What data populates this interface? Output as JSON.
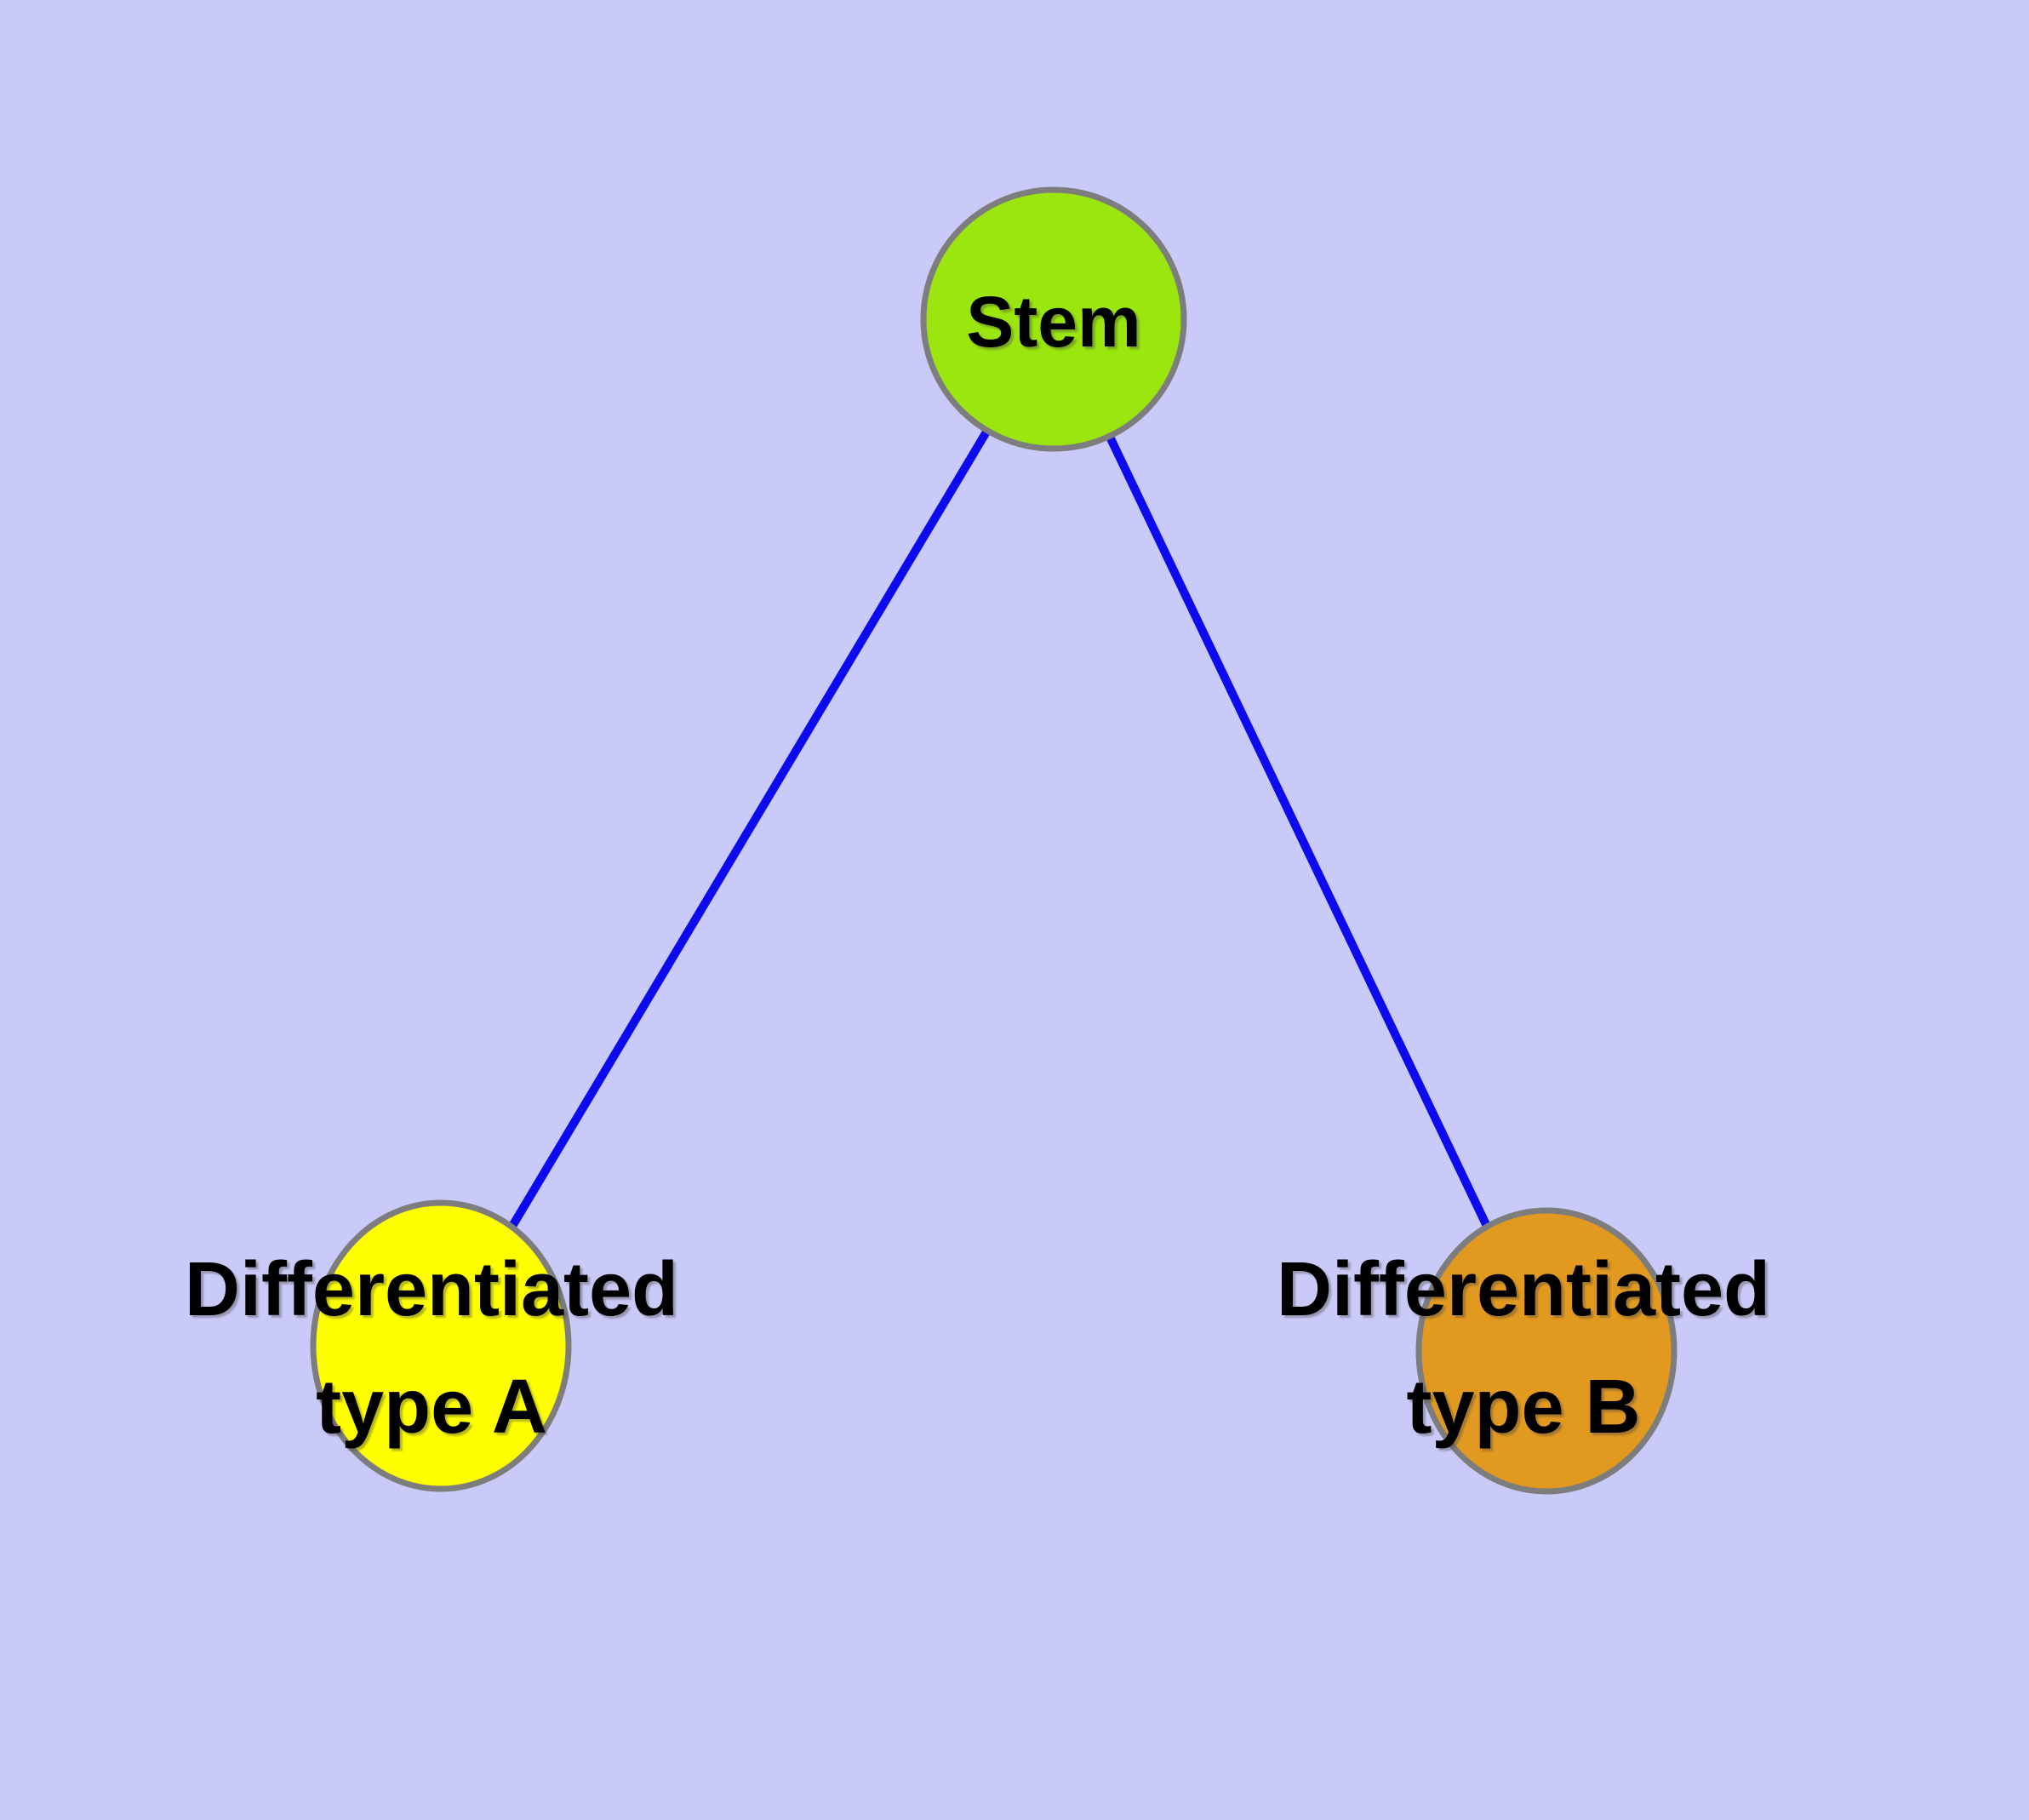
{
  "diagram": {
    "background_color": "#CACAF8",
    "edge_color": "#0B0BEE",
    "node_border_color": "#7D7D7D",
    "label_color": "#000000",
    "nodes": {
      "stem": {
        "label": "Stem",
        "fill": "#9AE60E"
      },
      "type_a": {
        "label_line1": "Differentiated",
        "label_line2": "type A",
        "fill": "#FFFF00"
      },
      "type_b": {
        "label_line1": "Differentiated",
        "label_line2": "type B",
        "fill": "#E2991F"
      }
    },
    "edges": [
      {
        "from": "Stem",
        "to": "Differentiated type A"
      },
      {
        "from": "Stem",
        "to": "Differentiated type B"
      }
    ]
  }
}
